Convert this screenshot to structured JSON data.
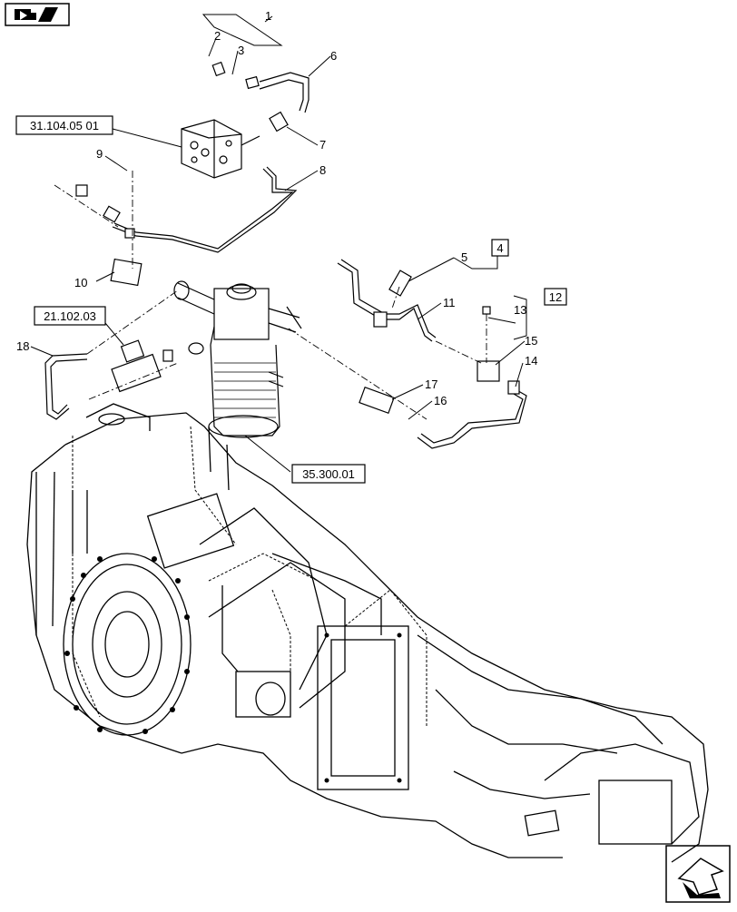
{
  "icons": {
    "top_left": "book-arrow-icon",
    "bottom_right": "next-page-arrow-icon"
  },
  "references": {
    "r1": "31.104.05 01",
    "r2": "21.102.03",
    "r3": "35.300.01"
  },
  "callouts": {
    "c1": "1",
    "c2": "2",
    "c3": "3",
    "c4": "4",
    "c5": "5",
    "c6": "6",
    "c7": "7",
    "c8": "8",
    "c9": "9",
    "c10": "10",
    "c11": "11",
    "c12": "12",
    "c13": "13",
    "c14": "14",
    "c15": "15",
    "c16": "16",
    "c17": "17",
    "c18": "18"
  }
}
